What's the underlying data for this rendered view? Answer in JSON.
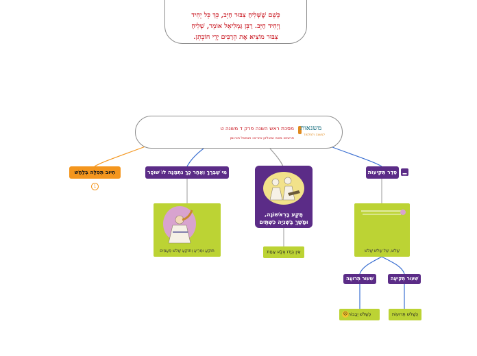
{
  "top_note": {
    "lines": [
      "כְּשֵׁם שֶׁשְּׁלִיחַ צִבּוּר חַיָּב, כָּךְ כָּל יָחִיד",
      "וְיָחִיד חַיָּב. רַבָּן גַּמְלִיאֵל אוֹמֵר, שְׁלִיחַ",
      "צִבּוּר מוֹצִיא אֶת הָרַבִּים יְדֵי חוֹבָתָן."
    ]
  },
  "root": {
    "title": "מסכת ראש השנה פרק ד משנה ט",
    "subtitle": "תרשים: משה שאולזון   איורים: חנמאל תורגמן",
    "logo_text": "משנאות",
    "logo_sub": "למשנה ולתלמוד"
  },
  "nodes": {
    "seder": "סֵדֶר תְּקִיעוֹת",
    "hiyuv": "חִיוּב תְּפִלָּה בְּלַחַשׁ",
    "mi_sheberach": "מִי שֶׁבֵּרַךְ וְאַחַר כָּךְ נִתְמַנָּה לוֹ שׁוֹפָר",
    "center_panel": [
      "תָּקַע בָּרִאשׁוֹנָה,",
      "וּמָשַׁךְ בַּשְּׁנִיָּה כִּשְׁתַּיִם"
    ],
    "center_label": "אֵין בְּיָדוֹ אֶלָּא אַחַת",
    "left_label": "תּוֹקֵעַ וּמֵרִיעַ וְתוֹקֵעַ שָׁלֹשׁ פְּעָמִים",
    "right_label": "שָׁלֹשׁ, שֶׁל שָׁלֹשׁ שָׁלֹשׁ",
    "shiur_truah": "שִׁעוּר תְּרוּעָה",
    "shiur_tekiah": "שִׁעוּר תְּקִיעָה",
    "shalosh_yevavot": "כְּשָׁלֹשׁ יְבָבוֹת",
    "shalosh_truot": "כְּשָׁלֹשׁ תְּרוּעוֹת",
    "hiyuv_badge": "1"
  },
  "colors": {
    "purple": "#5b2c87",
    "orange": "#f4961e",
    "green": "#bcd334",
    "red_text": "#c8141e",
    "blue_line": "#3a6fd1",
    "gray_line": "#9a9a9a"
  }
}
